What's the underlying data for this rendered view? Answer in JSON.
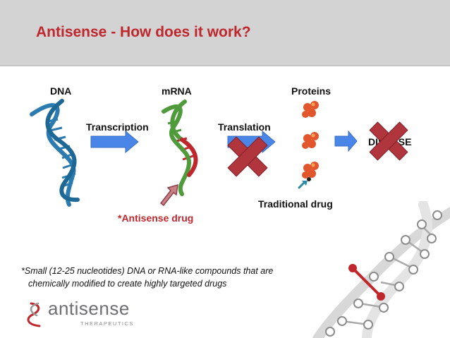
{
  "header": {
    "title": "Antisense - How does it work?"
  },
  "diagram": {
    "dna": "DNA",
    "mrna": "mRNA",
    "proteins": "Proteins",
    "transcription": "Transcription",
    "translation": "Translation",
    "disease": "DISEASE",
    "traditional_drug": "Traditional drug",
    "antisense_drug": "*Antisense drug"
  },
  "footnote": {
    "line1": "*Small (12-25 nucleotides) DNA or RNA-like compounds that are",
    "line2": "chemically modified to create highly targeted drugs"
  },
  "logo": {
    "name": "antisense",
    "sub": "THERAPEUTICS"
  },
  "colors": {
    "title": "#c0272d",
    "arrow": "#4a86e8",
    "cross": "#b0353d",
    "dna_strand": "#2b7bb0",
    "mrna_green": "#4f9a3a",
    "mrna_red": "#c0272d",
    "protein": "#e2562d"
  }
}
